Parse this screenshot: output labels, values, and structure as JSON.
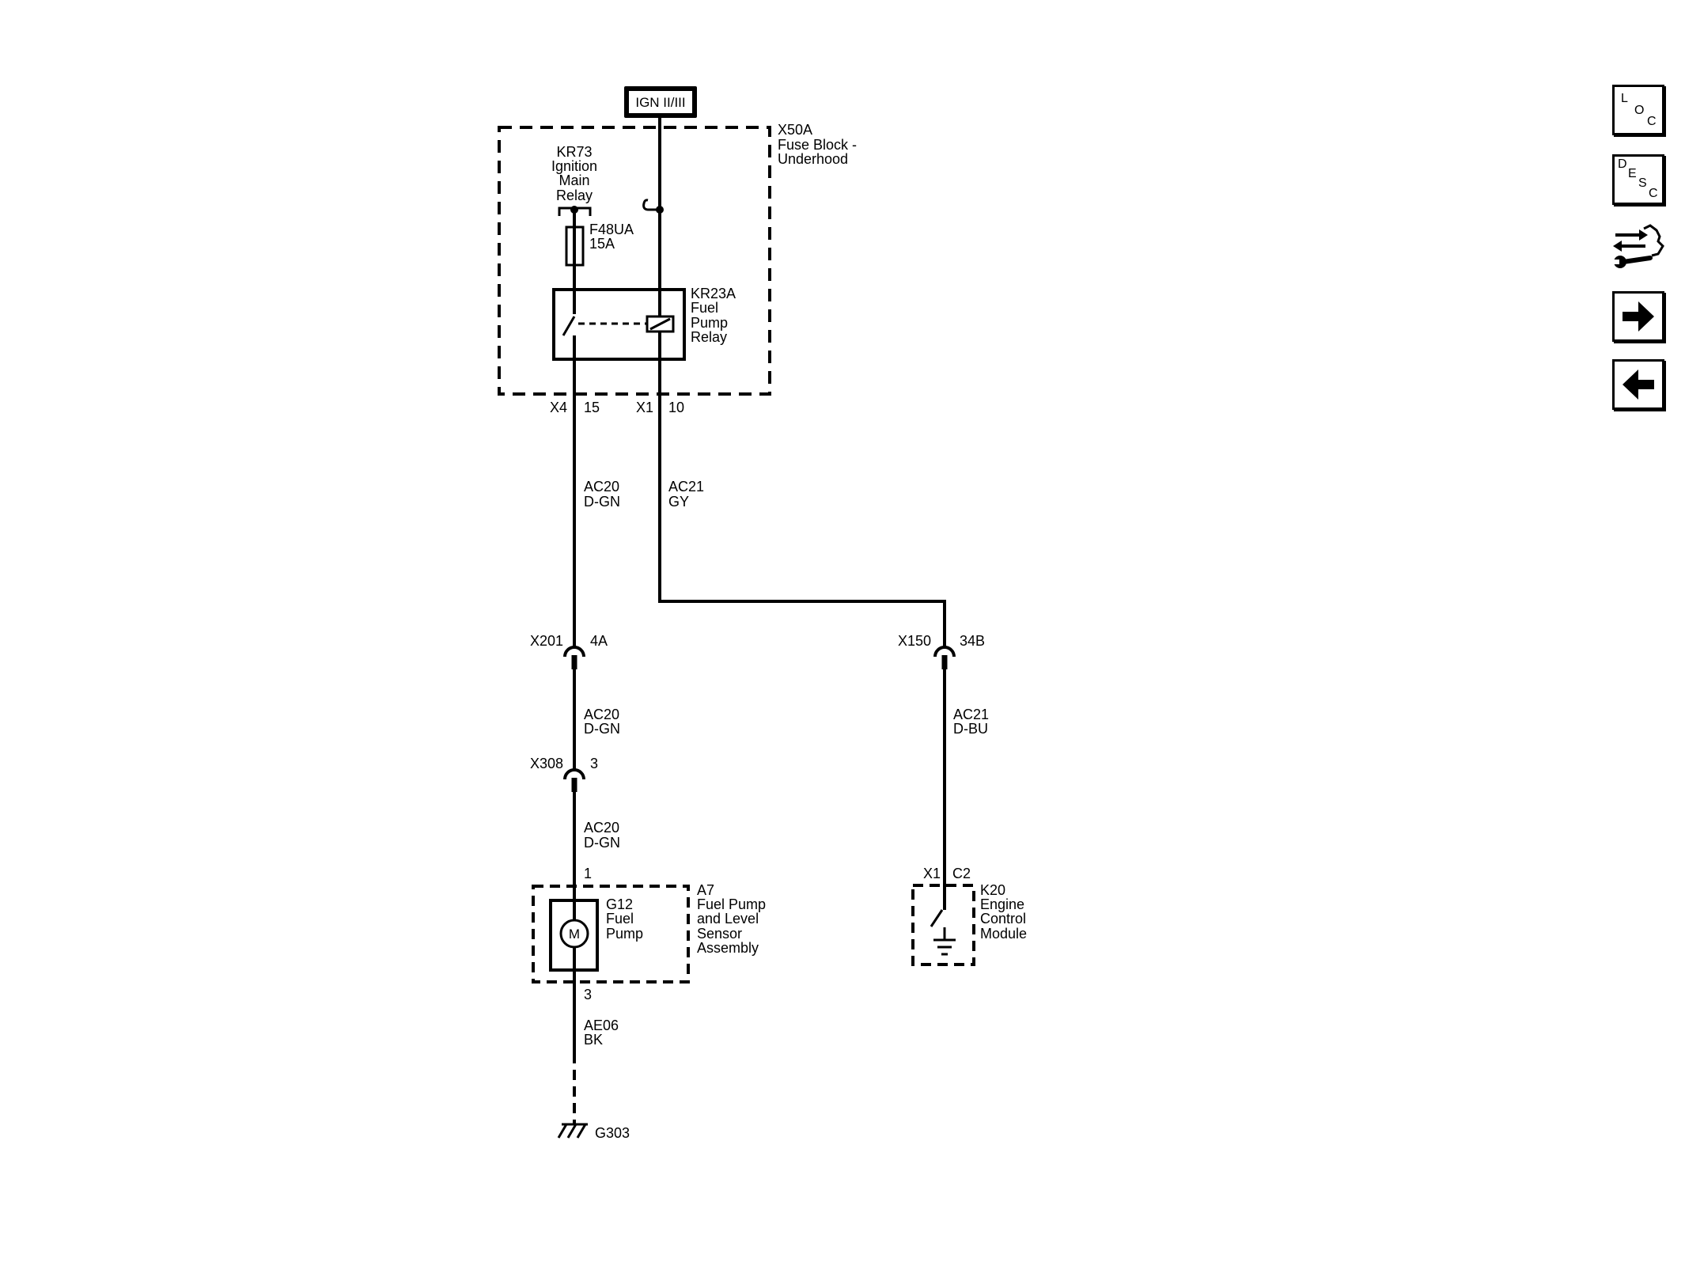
{
  "power_source": {
    "label": "IGN II/III"
  },
  "fuse_block": {
    "lines": [
      "X50A",
      "Fuse Block -",
      "Underhood"
    ],
    "pins": [
      {
        "connector": "X4",
        "pin": "15"
      },
      {
        "connector": "X1",
        "pin": "10"
      }
    ]
  },
  "ignition_relay": {
    "lines": [
      "KR73",
      "Ignition",
      "Main",
      "Relay"
    ]
  },
  "fuse": {
    "id": "F48UA",
    "rating": "15A"
  },
  "fuel_pump_relay": {
    "lines": [
      "KR23A",
      "Fuel",
      "Pump",
      "Relay"
    ]
  },
  "wires": [
    {
      "circuit": "AC20",
      "color": "D-GN"
    },
    {
      "circuit": "AC21",
      "color": "GY"
    },
    {
      "circuit": "AC20",
      "color": "D-GN"
    },
    {
      "circuit": "AC21",
      "color": "D-BU"
    },
    {
      "circuit": "AC20",
      "color": "D-GN"
    },
    {
      "circuit": "AE06",
      "color": "BK"
    }
  ],
  "connectors": [
    {
      "id": "X201",
      "pin": "4A"
    },
    {
      "id": "X150",
      "pin": "34B"
    },
    {
      "id": "X308",
      "pin": "3"
    }
  ],
  "fuel_pump_assembly": {
    "lines": [
      "A7",
      "Fuel Pump",
      "and Level",
      "Sensor",
      "Assembly"
    ],
    "pin_top": "1",
    "pin_bottom": "3"
  },
  "fuel_pump_motor": {
    "lines": [
      "G12",
      "Fuel",
      "Pump"
    ],
    "symbol": "M"
  },
  "ecm": {
    "lines": [
      "K20",
      "Engine",
      "Control",
      "Module"
    ],
    "connector": "X1",
    "pin": "C2"
  },
  "ground": {
    "id": "G303"
  },
  "nav": {
    "loc": {
      "letters": [
        "L",
        "O",
        "C"
      ]
    },
    "desc": {
      "letters": [
        "D",
        "E",
        "S",
        "C"
      ]
    },
    "icons": [
      "connector-repair-icon",
      "right-arrow-icon",
      "left-arrow-icon"
    ]
  },
  "colors": {
    "line": "#000000",
    "background": "#ffffff"
  }
}
